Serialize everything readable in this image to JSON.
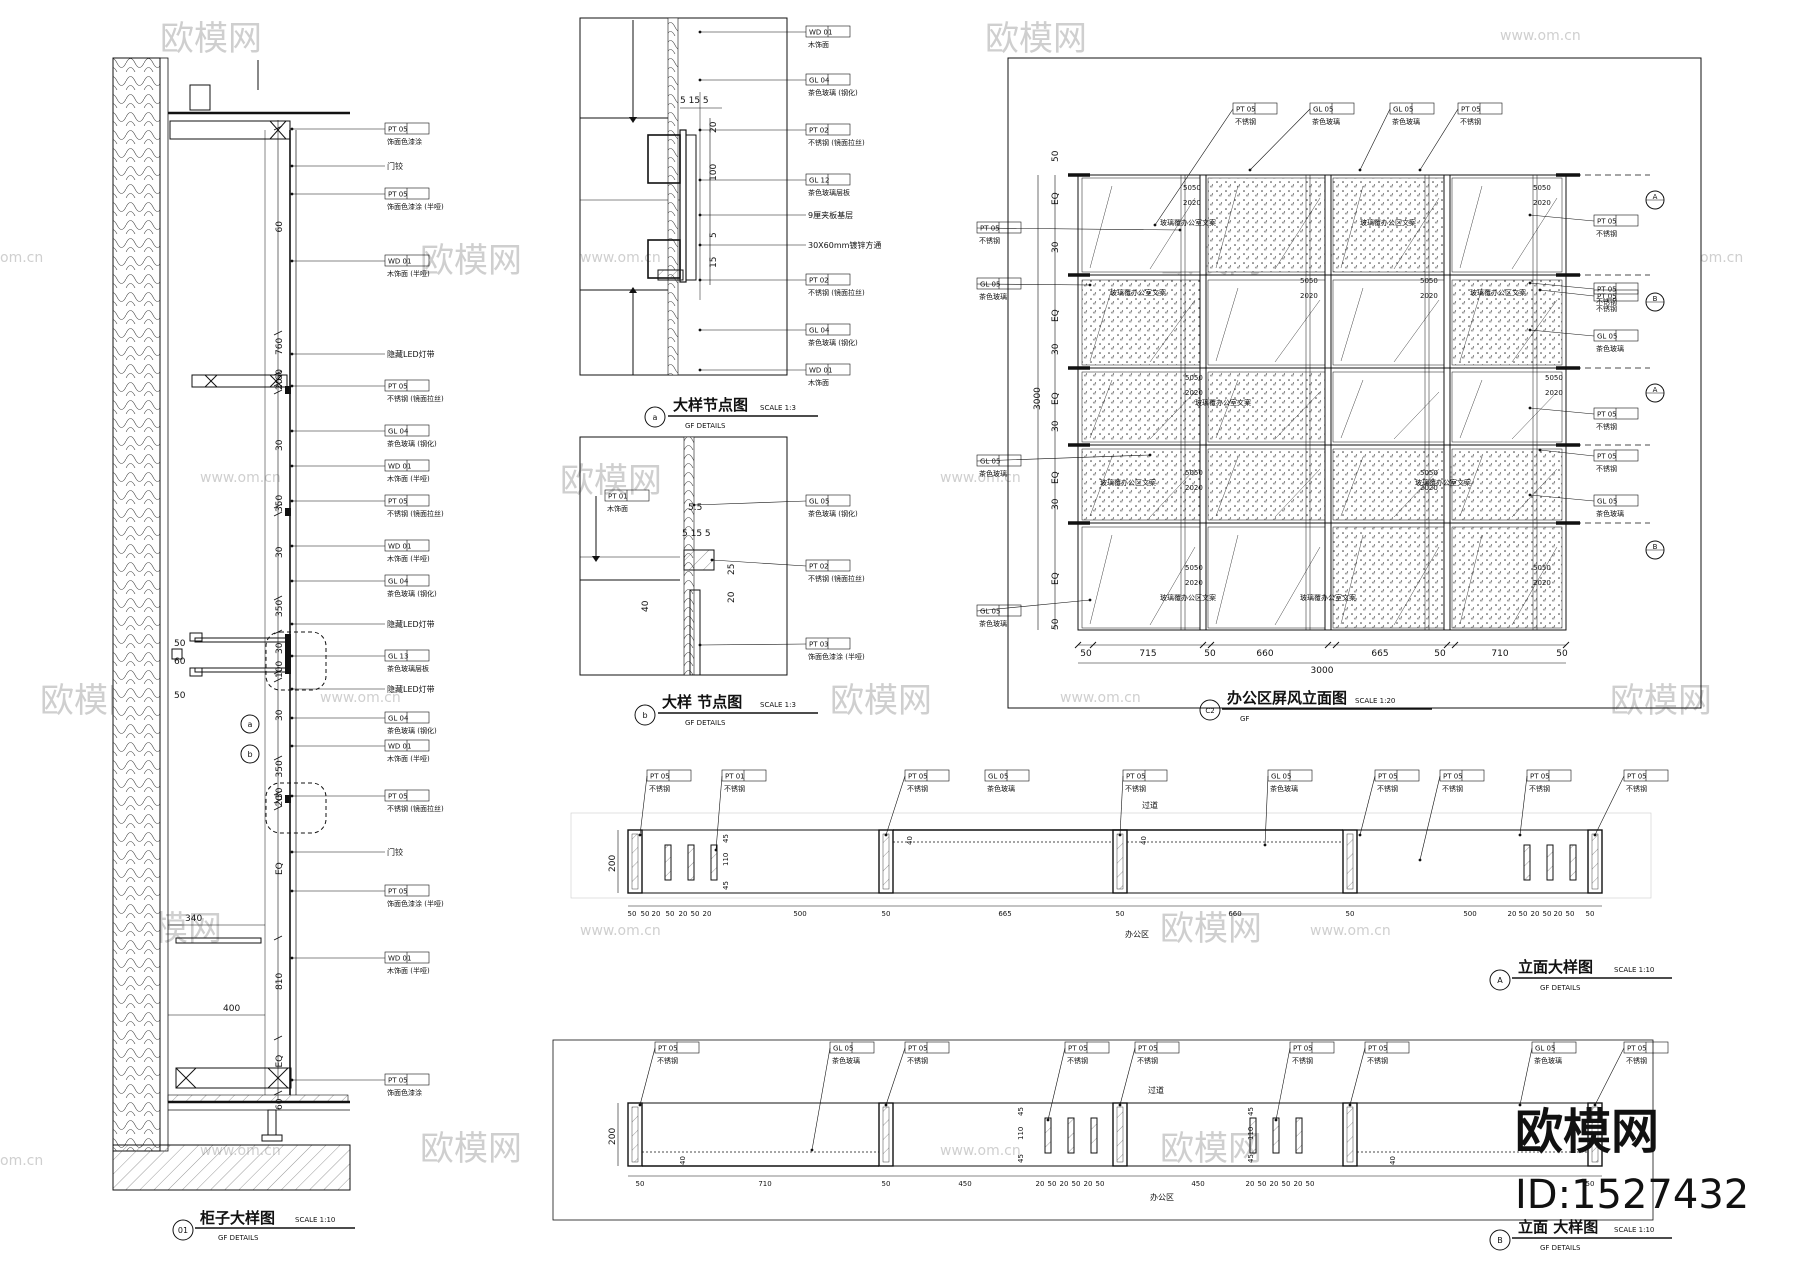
{
  "watermarks": {
    "brand": "欧模网",
    "url": "www.om.cn",
    "url_short": "om.cn"
  },
  "stamp": {
    "brand": "欧模网",
    "id": "ID:1527432"
  },
  "details": {
    "d01": {
      "num": "01",
      "title": "柜子大样图",
      "scale": "SCALE 1:10",
      "sub": "GF DETAILS"
    },
    "da": {
      "num": "a",
      "title": "大样节点图",
      "scale": "SCALE 1:3",
      "sub": "GF DETAILS"
    },
    "db": {
      "num": "b",
      "title": "大样 节点图",
      "scale": "SCALE 1:3",
      "sub": "GF DETAILS"
    },
    "dc2": {
      "num": "C2",
      "title": "办公区屏风立面图",
      "scale": "SCALE 1:20",
      "sub": "GF"
    },
    "dA": {
      "num": "A",
      "title": "立面大样图",
      "scale": "SCALE 1:10",
      "sub": "GF DETAILS"
    },
    "dB": {
      "num": "B",
      "title": "立面 大样图",
      "scale": "SCALE 1:10",
      "sub": "GF DETAILS"
    }
  },
  "cabinet": {
    "dims": [
      "60",
      "760",
      "60",
      "20",
      "30",
      "350",
      "30",
      "350",
      "30",
      "100",
      "30",
      "350",
      "30",
      "20",
      "EQ",
      "810",
      "EQ",
      "60"
    ],
    "side_dims": [
      "50",
      "60",
      "50",
      "340",
      "400"
    ],
    "labels": [
      {
        "code": "PT  05",
        "text": "饰面色漆涂"
      },
      {
        "code": "",
        "text": "门铰"
      },
      {
        "code": "PT  05",
        "text": "饰面色漆涂 (半哑)"
      },
      {
        "code": "WD  01",
        "text": "木饰面 (半哑)"
      },
      {
        "code": "",
        "text": "隐藏LED灯带"
      },
      {
        "code": "PT  05",
        "text": "不锈钢 (镜面拉丝)"
      },
      {
        "code": "GL  04",
        "text": "茶色玻璃 (钢化)"
      },
      {
        "code": "WD  01",
        "text": "木饰面 (半哑)"
      },
      {
        "code": "PT  05",
        "text": "不锈钢 (镜面拉丝)"
      },
      {
        "code": "WD  01",
        "text": "木饰面 (半哑)"
      },
      {
        "code": "GL  04",
        "text": "茶色玻璃 (钢化)"
      },
      {
        "code": "",
        "text": "隐藏LED灯带"
      },
      {
        "code": "GL  13",
        "text": "茶色玻璃层板"
      },
      {
        "code": "",
        "text": "隐藏LED灯带"
      },
      {
        "code": "GL  04",
        "text": "茶色玻璃 (钢化)"
      },
      {
        "code": "WD  01",
        "text": "木饰面 (半哑)"
      },
      {
        "code": "PT  05",
        "text": "不锈钢 (镜面拉丝)"
      },
      {
        "code": "",
        "text": "门铰"
      },
      {
        "code": "PT  05",
        "text": "饰面色漆涂 (半哑)"
      },
      {
        "code": "WD  01",
        "text": "木饰面 (半哑)"
      },
      {
        "code": "PT  05",
        "text": "饰面色漆涂"
      }
    ]
  },
  "node_a": {
    "dims": [
      "5",
      "15",
      "5",
      "20",
      "100",
      "5",
      "15"
    ],
    "labels": [
      {
        "code": "WD  01",
        "text": "木饰面"
      },
      {
        "code": "GL  04",
        "text": "茶色玻璃 (钢化)"
      },
      {
        "code": "PT  02",
        "text": "不锈钢 (镜面拉丝)"
      },
      {
        "code": "GL  12",
        "text": "茶色玻璃层板"
      },
      {
        "code": "",
        "text": "9厘夹板基层"
      },
      {
        "code": "",
        "text": "30X60mm镀锌方通"
      },
      {
        "code": "PT  02",
        "text": "不锈钢 (镜面拉丝)"
      },
      {
        "code": "GL  04",
        "text": "茶色玻璃 (钢化)"
      },
      {
        "code": "WD  01",
        "text": "木饰面"
      }
    ]
  },
  "node_b": {
    "dims": [
      "5.5",
      "5",
      "15",
      "5",
      "25",
      "20",
      "40"
    ],
    "labels": [
      {
        "code": "PT  01",
        "text": "木饰面"
      },
      {
        "code": "GL  05",
        "text": "茶色玻璃 (钢化)"
      },
      {
        "code": "PT  02",
        "text": "不锈钢 (镜面拉丝)"
      },
      {
        "code": "PT  03",
        "text": "饰面色漆涂 (半哑)"
      }
    ]
  },
  "screen_c2": {
    "overall": "3000",
    "bottom_dims": [
      "50",
      "715",
      "50",
      "660",
      "665",
      "50",
      "710",
      "50"
    ],
    "left_dims": [
      "50",
      "EQ",
      "30",
      "EQ",
      "30",
      "EQ",
      "30",
      "EQ",
      "30",
      "EQ",
      "50"
    ],
    "panel_text": "玻璃覆办公室文案",
    "panel_text_alt": "玻璃覆办公区文案",
    "post_dims": [
      "5050",
      "2020"
    ],
    "top_labels": [
      {
        "code": "PT  05",
        "text": "不锈钢"
      },
      {
        "code": "GL  05",
        "text": "茶色玻璃"
      },
      {
        "code": "GL  05",
        "text": "茶色玻璃"
      },
      {
        "code": "PT  05",
        "text": "不锈钢"
      }
    ],
    "left_labels": [
      {
        "code": "PT  05",
        "text": "不锈钢"
      },
      {
        "code": "GL  05",
        "text": "茶色玻璃"
      },
      {
        "code": "GL  05",
        "text": "茶色玻璃"
      },
      {
        "code": "GL  05",
        "text": "茶色玻璃"
      }
    ],
    "right_labels": [
      {
        "code": "PT  05",
        "text": "不锈钢"
      },
      {
        "code": "PT  05",
        "text": "不锈钢"
      },
      {
        "code": "PT  05",
        "text": "不锈钢"
      },
      {
        "code": "GL  05",
        "text": "茶色玻璃"
      },
      {
        "code": "PT  05",
        "text": "不锈钢"
      },
      {
        "code": "PT  05",
        "text": "不锈钢"
      },
      {
        "code": "GL  05",
        "text": "茶色玻璃"
      }
    ],
    "markers": [
      "A",
      "B",
      "A",
      "B"
    ]
  },
  "elev_a": {
    "bottom_dims": [
      "50",
      "50",
      "20",
      "50",
      "20",
      "50",
      "20",
      "500",
      "50",
      "665",
      "50",
      "660",
      "50",
      "500",
      "20",
      "50",
      "20",
      "50",
      "20",
      "50",
      "50"
    ],
    "height_dims": [
      "200",
      "45",
      "110",
      "45",
      "40",
      "40"
    ],
    "room_top": "过道",
    "room_bottom": "办公区",
    "labels": [
      {
        "code": "PT  05",
        "text": "不锈钢"
      },
      {
        "code": "PT  01",
        "text": "不锈钢"
      },
      {
        "code": "PT  05",
        "text": "不锈钢"
      },
      {
        "code": "GL  05",
        "text": "茶色玻璃"
      },
      {
        "code": "PT  05",
        "text": "不锈钢"
      },
      {
        "code": "GL  05",
        "text": "茶色玻璃"
      },
      {
        "code": "PT  05",
        "text": "不锈钢"
      },
      {
        "code": "PT  05",
        "text": "不锈钢"
      },
      {
        "code": "PT  05",
        "text": "不锈钢"
      },
      {
        "code": "PT  05",
        "text": "不锈钢"
      }
    ]
  },
  "elev_b": {
    "bottom_dims": [
      "50",
      "710",
      "50",
      "450",
      "20",
      "50",
      "20",
      "50",
      "20",
      "50",
      "450",
      "20",
      "50",
      "20",
      "50",
      "20",
      "50",
      "50"
    ],
    "height_dims": [
      "200",
      "45",
      "110",
      "45",
      "40",
      "40",
      "45",
      "110",
      "45"
    ],
    "room_top": "过道",
    "room_bottom": "办公区",
    "labels": [
      {
        "code": "PT  05",
        "text": "不锈钢"
      },
      {
        "code": "GL  05",
        "text": "茶色玻璃"
      },
      {
        "code": "PT  05",
        "text": "不锈钢"
      },
      {
        "code": "PT  05",
        "text": "不锈钢"
      },
      {
        "code": "PT  05",
        "text": "不锈钢"
      },
      {
        "code": "PT  05",
        "text": "不锈钢"
      },
      {
        "code": "PT  05",
        "text": "不锈钢"
      },
      {
        "code": "GL  05",
        "text": "茶色玻璃"
      },
      {
        "code": "PT  05",
        "text": "不锈钢"
      }
    ]
  }
}
